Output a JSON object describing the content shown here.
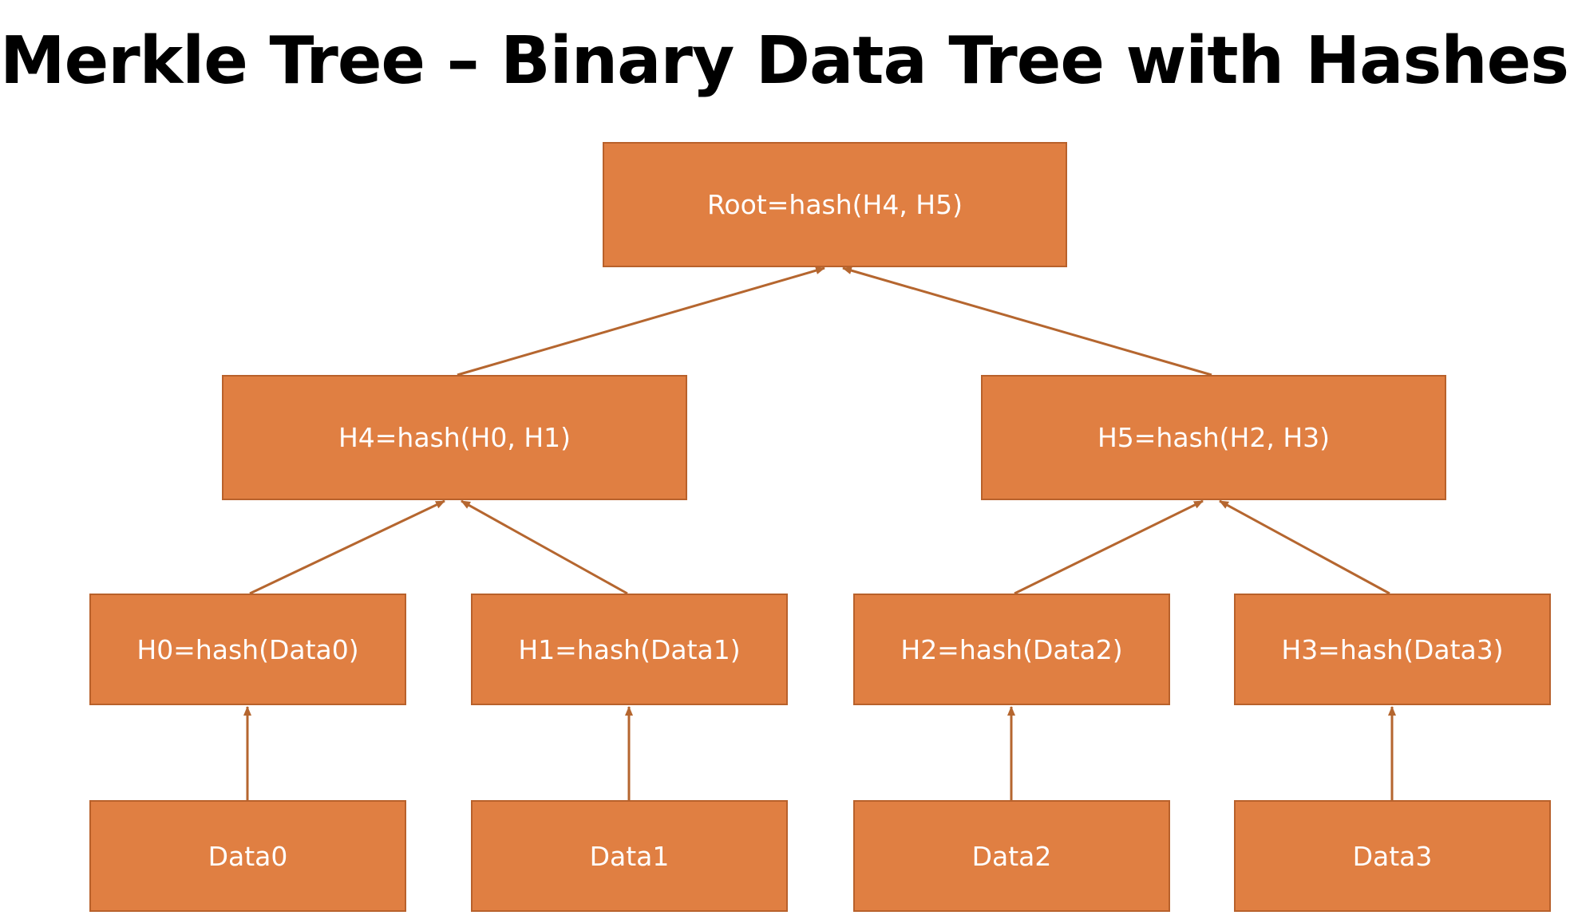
{
  "title": "Merkle Tree – Binary Data Tree with Hashes",
  "colors": {
    "node_fill": "#e07f42",
    "node_border": "#b8612b",
    "node_text": "#ffffff",
    "edge": "#b5662f"
  },
  "nodes": {
    "root": "Root=hash(H4, H5)",
    "h4": "H4=hash(H0, H1)",
    "h5": "H5=hash(H2, H3)",
    "h0": "H0=hash(Data0)",
    "h1": "H1=hash(Data1)",
    "h2": "H2=hash(Data2)",
    "h3": "H3=hash(Data3)",
    "d0": "Data0",
    "d1": "Data1",
    "d2": "Data2",
    "d3": "Data3"
  },
  "edges": [
    {
      "from": "h4",
      "to": "root"
    },
    {
      "from": "h5",
      "to": "root"
    },
    {
      "from": "h0",
      "to": "h4"
    },
    {
      "from": "h1",
      "to": "h4"
    },
    {
      "from": "h2",
      "to": "h5"
    },
    {
      "from": "h3",
      "to": "h5"
    },
    {
      "from": "d0",
      "to": "h0"
    },
    {
      "from": "d1",
      "to": "h1"
    },
    {
      "from": "d2",
      "to": "h2"
    },
    {
      "from": "d3",
      "to": "h3"
    }
  ]
}
